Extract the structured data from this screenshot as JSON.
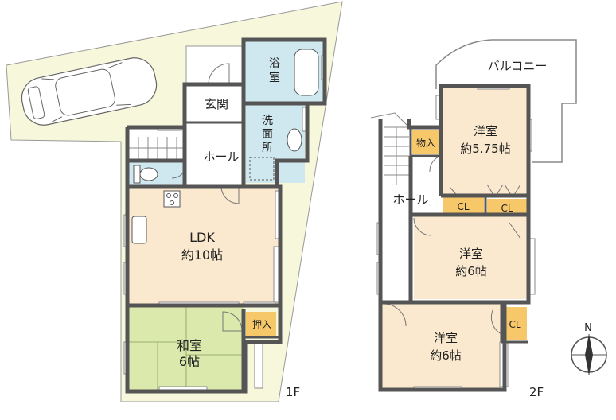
{
  "floors": [
    {
      "name": "1F",
      "rooms": [
        {
          "id": "ldk",
          "name": "LDK",
          "size": "約10帖"
        },
        {
          "id": "washitsu",
          "name": "和室",
          "size": "6帖"
        },
        {
          "id": "oshiire",
          "name": "押入",
          "size": ""
        },
        {
          "id": "genkan",
          "name": "玄関",
          "size": ""
        },
        {
          "id": "hall",
          "name": "ホール",
          "size": ""
        },
        {
          "id": "senmenjo",
          "name": "洗面所",
          "size": ""
        },
        {
          "id": "yokushitsu",
          "name": "浴室",
          "size": ""
        }
      ]
    },
    {
      "name": "2F",
      "rooms": [
        {
          "id": "youshitsu1",
          "name": "洋室",
          "size": "約5.75帖"
        },
        {
          "id": "youshitsu2",
          "name": "洋室",
          "size": "約6帖"
        },
        {
          "id": "youshitsu3",
          "name": "洋室",
          "size": "約6帖"
        },
        {
          "id": "hall2",
          "name": "ホール",
          "size": ""
        },
        {
          "id": "monoire",
          "name": "物入",
          "size": ""
        },
        {
          "id": "cl1",
          "name": "CL",
          "size": ""
        },
        {
          "id": "cl2",
          "name": "CL",
          "size": ""
        },
        {
          "id": "cl3",
          "name": "CL",
          "size": ""
        },
        {
          "id": "balcony",
          "name": "バルコニー",
          "size": ""
        }
      ]
    }
  ],
  "compass": "N",
  "colors": {
    "lot": "#f7f7dc",
    "wood_floor": "#fbe9cf",
    "tatami": "#dbe9ad",
    "wet_area": "#cfe8ef",
    "storage": "#f6c86a",
    "wall": "#555555"
  }
}
